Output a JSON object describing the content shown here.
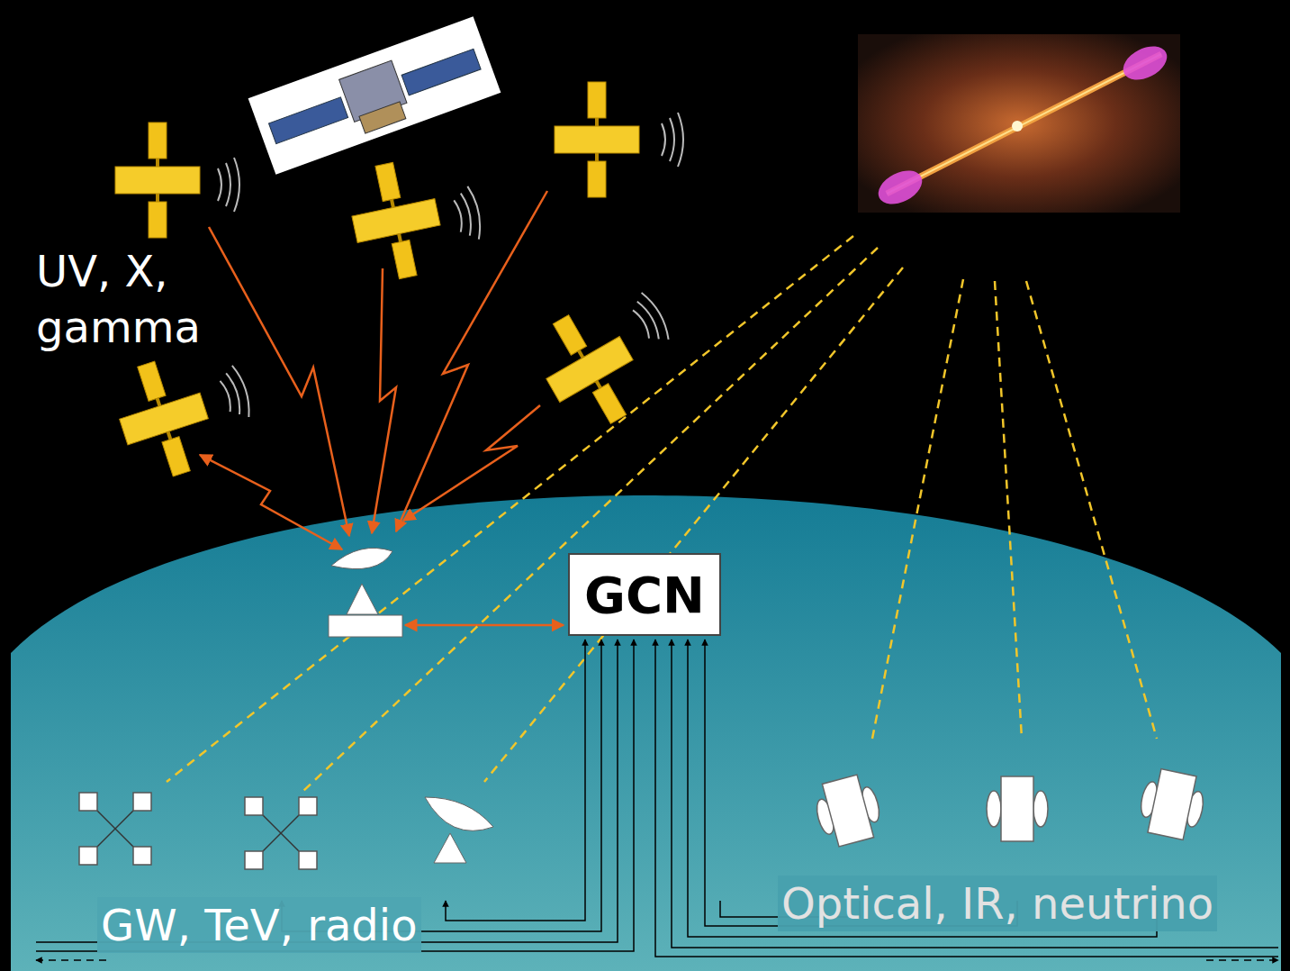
{
  "diagram": {
    "nodes": [
      {
        "text": [
          "GCN"
        ]
      }
    ],
    "labels": [
      "UV, X, gamma",
      "GW, TeV, radio",
      "Optical, IR, neutrino"
    ]
  }
}
